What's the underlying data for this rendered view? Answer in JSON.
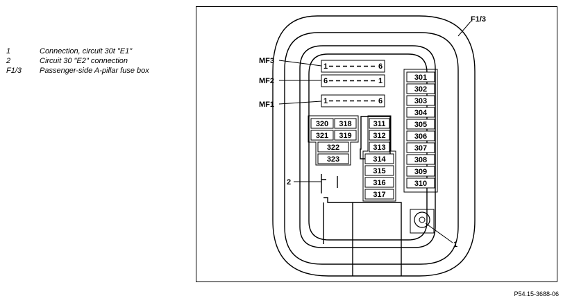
{
  "legend": [
    {
      "key": "1",
      "text": "Connection, circuit 30t \"E1\""
    },
    {
      "key": "2",
      "text": "Circuit 30 \"E2\" connection"
    },
    {
      "key": "F1/3",
      "text": "Passenger-side A-pillar fuse box"
    }
  ],
  "callouts": {
    "box": "F1/3",
    "c1": "1",
    "c2": "2",
    "mf3": "MF3",
    "mf2": "MF2",
    "mf1": "MF1"
  },
  "connectors": {
    "mf3": {
      "left": "1",
      "right": "6"
    },
    "mf2": {
      "left": "6",
      "right": "1"
    },
    "mf1": {
      "left": "1",
      "right": "6"
    }
  },
  "fuses": {
    "right_column": [
      "301",
      "302",
      "303",
      "304",
      "305",
      "306",
      "307",
      "308",
      "309",
      "310"
    ],
    "middle_column": [
      "311",
      "312",
      "313",
      "314",
      "315",
      "316",
      "317"
    ],
    "left_group": {
      "r1c1": "320",
      "r1c2": "318",
      "r2c1": "321",
      "r2c2": "319",
      "r3": "322",
      "r4": "323"
    }
  },
  "figure_id": "P54.15-3688-06"
}
